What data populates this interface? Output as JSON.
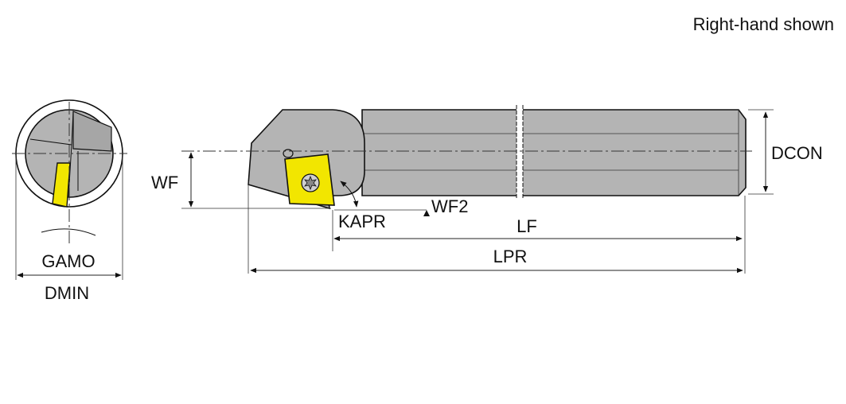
{
  "note": "Right-hand shown",
  "labels": {
    "gamo": "GAMO",
    "dmin": "DMIN",
    "wf": "WF",
    "kapr": "KAPR",
    "wf2": "WF2",
    "lf": "LF",
    "lpr": "LPR",
    "dcon": "DCON"
  },
  "colors": {
    "body": "#b4b4b4",
    "body_dark": "#9a9a9a",
    "insert": "#f2e600",
    "line": "#111111"
  },
  "icons": {
    "screw": "torx-screw-icon"
  }
}
